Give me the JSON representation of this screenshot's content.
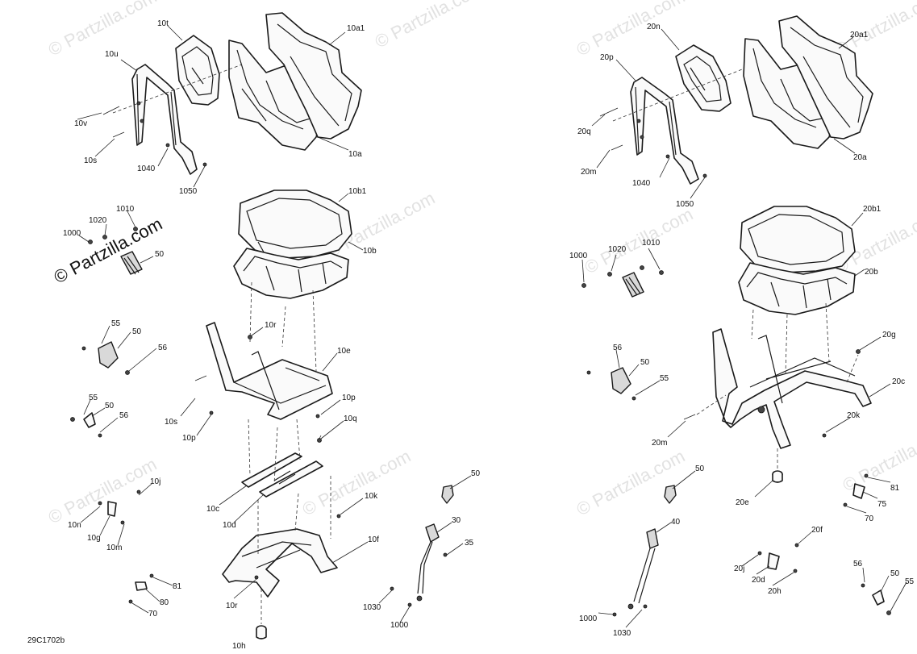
{
  "diagram": {
    "code": "29C1702b",
    "watermark": "© Partzilla.com",
    "labels_left": [
      "10t",
      "10a1",
      "10u",
      "10v",
      "10s",
      "1040",
      "1050",
      "10a",
      "10b1",
      "10b",
      "1010",
      "1020",
      "1000",
      "50",
      "55",
      "50",
      "56",
      "10r",
      "10e",
      "10p",
      "10s",
      "10p",
      "10q",
      "55",
      "50",
      "56",
      "10c",
      "10d",
      "10j",
      "10k",
      "10f",
      "10n",
      "10g",
      "10m",
      "50",
      "30",
      "35",
      "81",
      "80",
      "70",
      "10r",
      "1030",
      "1000",
      "10h"
    ],
    "labels_right": [
      "20n",
      "20a1",
      "20p",
      "20q",
      "20m",
      "1040",
      "1050",
      "20a",
      "20b1",
      "20b",
      "1000",
      "1020",
      "1010",
      "56",
      "50",
      "55",
      "20g",
      "20c",
      "20k",
      "20m",
      "50",
      "81",
      "75",
      "70",
      "20e",
      "40",
      "20f",
      "20j",
      "20d",
      "20h",
      "1000",
      "1030",
      "56",
      "50",
      "55"
    ]
  }
}
